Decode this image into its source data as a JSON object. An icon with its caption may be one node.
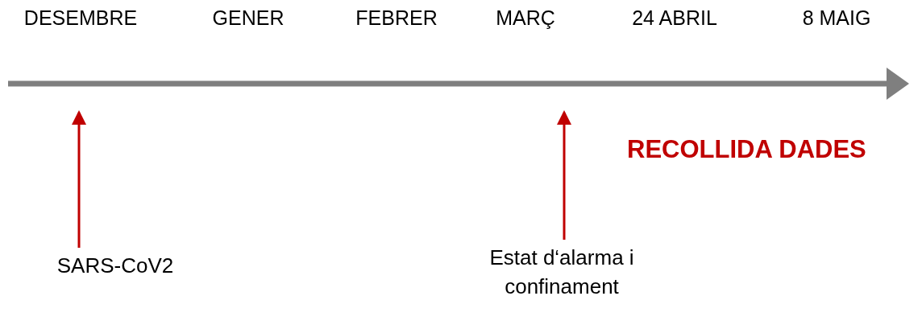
{
  "diagram": {
    "nodes": [
      {
        "text": [
          "SARS-CoV2"
        ]
      },
      {
        "text": [
          "Estat d‘alarma i confinament"
        ]
      }
    ],
    "edges": [
      {
        "from": 0,
        "to": null,
        "arrow": "to"
      },
      {
        "from": 1,
        "to": null,
        "arrow": "to"
      }
    ],
    "labels": [
      "DESEMBRE",
      "GENER",
      "FEBRER",
      "MARÇ",
      "24 ABRIL",
      "8 MAIG",
      "RECOLLIDA DADES"
    ]
  }
}
